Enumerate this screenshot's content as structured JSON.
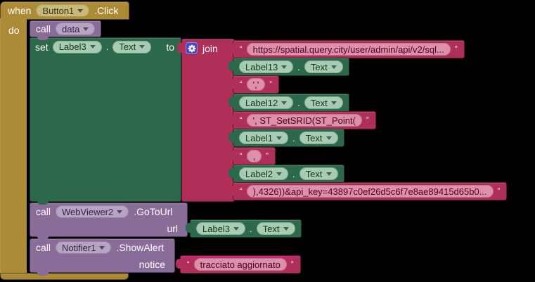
{
  "colors": {
    "background": "#000000",
    "event_gold": "#AB8B35",
    "procedure_purple": "#8A6C99",
    "setter_green": "#2C684A",
    "text_magenta": "#B02F58",
    "string_pill_pink": "#DD8FAC",
    "gear_indigo": "#4B47CC"
  },
  "quotes": {
    "open": "“",
    "close": "”"
  },
  "event_block": {
    "when": "when",
    "component": "Button1",
    "event": ".Click",
    "do": "do"
  },
  "call_data_block": {
    "call": "call",
    "procedure": "data"
  },
  "set_block": {
    "set": "set",
    "component": "Label3",
    "dot": ".",
    "property": "Text",
    "to": "to"
  },
  "join_block": {
    "label": "join",
    "items": [
      {
        "type": "string",
        "value": "https://spatial.query.city/user/admin/api/v2/sql..."
      },
      {
        "type": "property",
        "component": "Label13",
        "dot": ".",
        "property": "Text"
      },
      {
        "type": "string",
        "value": "','"
      },
      {
        "type": "property",
        "component": "Label12",
        "dot": ".",
        "property": "Text"
      },
      {
        "type": "string",
        "value": "', ST_SetSRID(ST_Point("
      },
      {
        "type": "property",
        "component": "Label1",
        "dot": ".",
        "property": "Text"
      },
      {
        "type": "string",
        "value": ","
      },
      {
        "type": "property",
        "component": "Label2",
        "dot": ".",
        "property": "Text"
      },
      {
        "type": "string",
        "value": "),4326))&api_key=43897c0ef26d5c6f7e8ae89415d65b0..."
      }
    ]
  },
  "webviewer_block": {
    "call": "call",
    "component": "WebViewer2",
    "method": ".GoToUrl",
    "param": "url",
    "arg_component": "Label3",
    "dot": ".",
    "arg_property": "Text"
  },
  "notifier_block": {
    "call": "call",
    "component": "Notifier1",
    "method": ".ShowAlert",
    "param": "notice",
    "arg_value": "tracciato aggiornato"
  }
}
